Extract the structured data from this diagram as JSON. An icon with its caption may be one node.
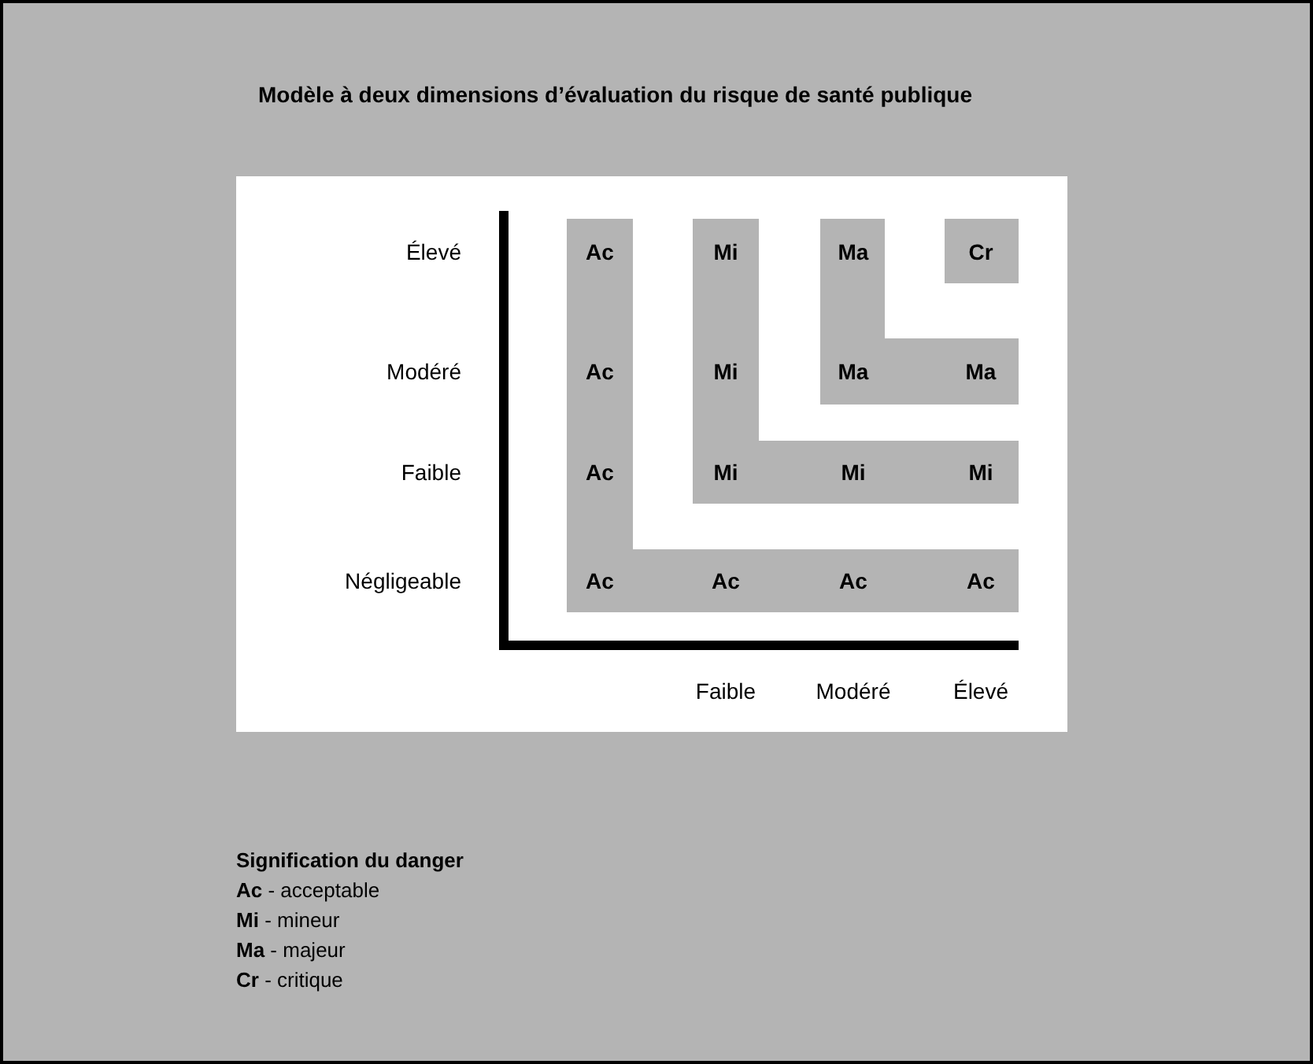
{
  "diagram": {
    "title": "Modèle à deux dimensions d’évaluation du risque de santé publique",
    "nodes": [
      {
        "text": [
          "Ac",
          "Ac",
          "Ac",
          "Ac",
          "Ac",
          "Ac",
          "Ac"
        ]
      },
      {
        "text": [
          "Mi",
          "Mi",
          "Mi",
          "Mi",
          "Mi"
        ]
      },
      {
        "text": [
          "Ma",
          "Ma",
          "Ma"
        ]
      },
      {
        "text": [
          "Cr"
        ]
      }
    ],
    "labels": [
      "Élevé",
      "Modéré",
      "Faible",
      "Négligeable",
      "Faible",
      "Modéré",
      "Élevé",
      "Signification du danger",
      "**Ac** - acceptable",
      "**Mi** - mineur",
      "**Ma** - majeur",
      "**Cr** - critique"
    ]
  }
}
